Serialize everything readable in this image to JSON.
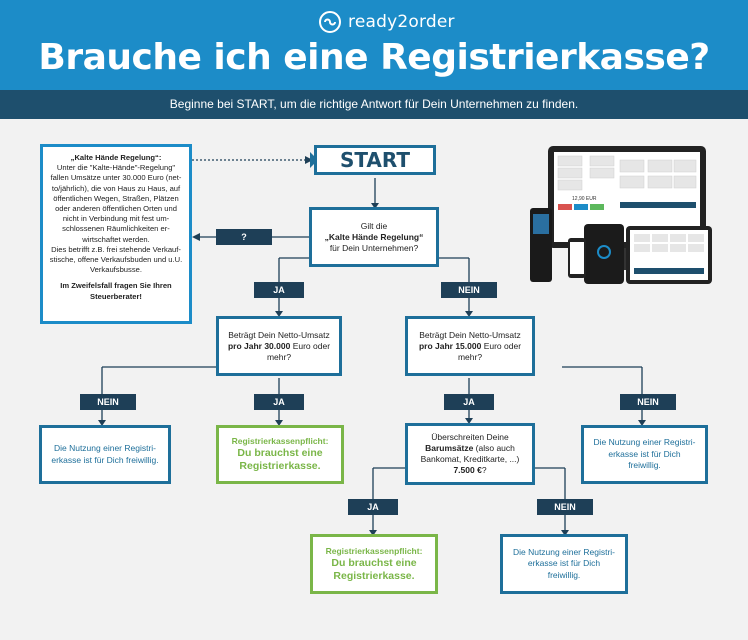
{
  "header": {
    "logo_text": "ready2order",
    "title": "Brauche ich eine Registrierkasse?",
    "subtitle": "Beginne bei START, um die richtige Antwort für Dein Unternehmen zu finden."
  },
  "start_label": "START",
  "info_box": {
    "heading": "„Kalte Hände Regelung“:",
    "body": "Unter die \"Kalte-Hände\"-Regelung\" fallen Umsätze unter 30.000 Euro (net-to/jährlich), die von Haus zu Haus, auf öffentlichen Wegen, Straßen, Plätzen oder anderen öffentlichen Orten und nicht in Verbindung mit fest um-schlossenen Räumlichkeiten er-wirtschaftet werden.",
    "examples": "Dies betrifft z.B. frei stehende Verkauf-stische, offene Verkaufsbuden und u.U. Verkaufsbusse.",
    "advice": "Im Zweifelsfall fragen Sie Ihren Steuerberater!"
  },
  "question_tag": "?",
  "q1": {
    "line1": "Gilt die",
    "bold": "„Kalte Hände Regelung“",
    "line3": "für Dein Unternehmen?"
  },
  "tags": {
    "ja": "JA",
    "nein": "NEIN"
  },
  "q2": {
    "text1": "Beträgt Dein Netto-Umsatz ",
    "bold": "pro Jahr 30.000",
    "text2": " Euro oder mehr?"
  },
  "q3": {
    "text1": "Beträgt Dein Netto-Umsatz ",
    "bold": "pro Jahr 15.000",
    "text2": " Euro oder mehr?"
  },
  "q4": {
    "text1": "Überschreiten Deine ",
    "bold": "Barumsätze",
    "text2": " (also auch Bankomat, Kreditkarte, ...) ",
    "bold2": "7.500 €",
    "text3": "?"
  },
  "result_voluntary": "Die Nutzung einer Registri-erkasse ist für Dich freiwillig.",
  "result_required_title": "Registrierkassenpflicht:",
  "result_required_text": "Du brauchst eine Registrierkasse.",
  "device_screen": {
    "amount": "12,90 EUR"
  },
  "colors": {
    "header_blue": "#1c8cc8",
    "subbar_navy": "#1e4f6d",
    "box_blue": "#1e6f9a",
    "box_green": "#7ab648",
    "tag_dark": "#1e3f57"
  }
}
